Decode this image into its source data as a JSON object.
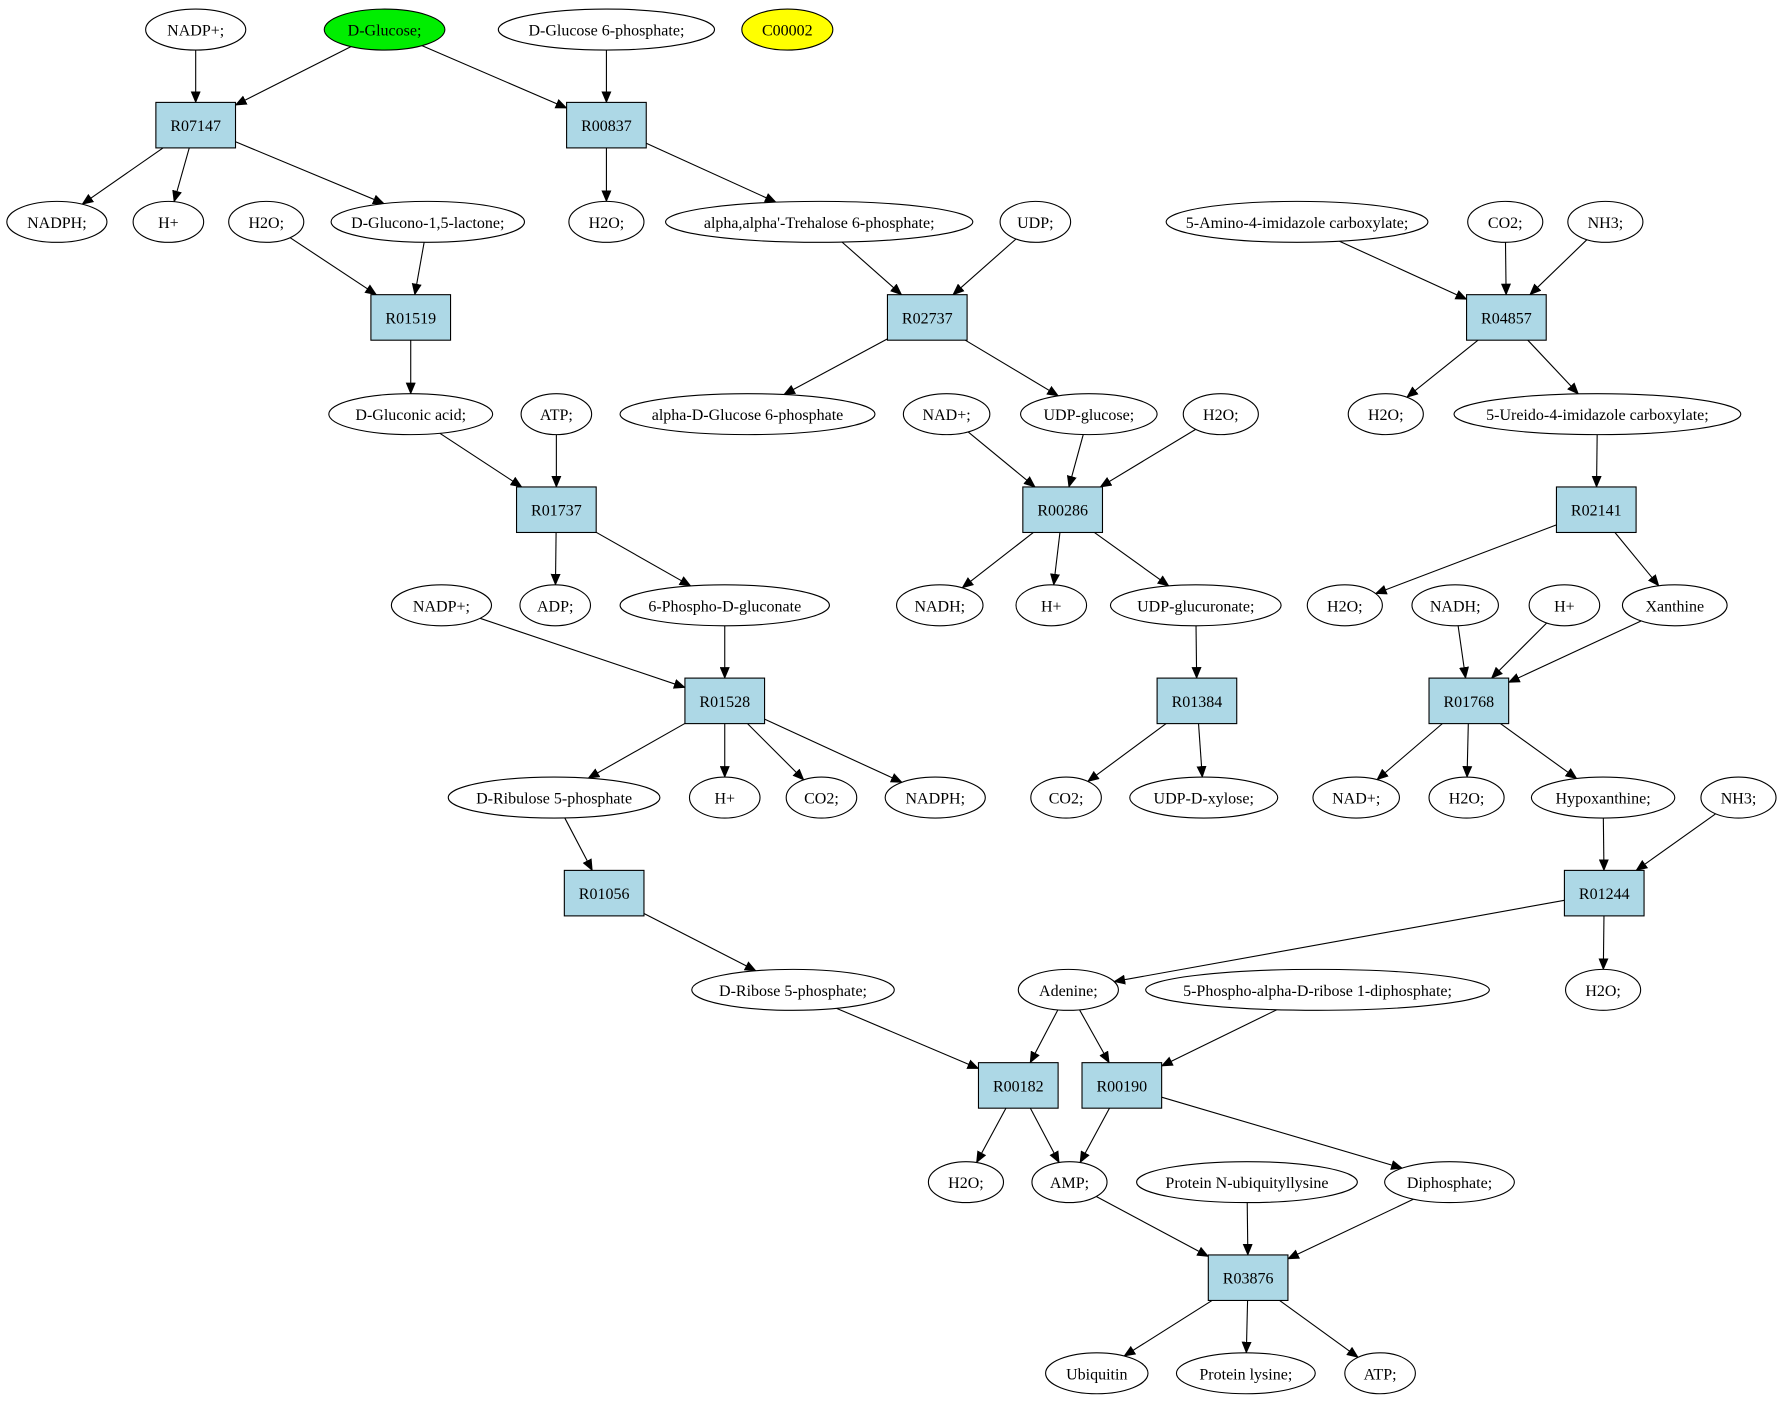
{
  "colors": {
    "compound_fill": "#ffffff",
    "reaction_fill": "#add8e6",
    "start_fill": "#00ee00",
    "target_fill": "#ffff00"
  },
  "compounds": [
    {
      "id": "nadp_top",
      "label": "NADP+;"
    },
    {
      "id": "dglucose",
      "label": "D-Glucose;",
      "fill": "#00ee00"
    },
    {
      "id": "g6p_top",
      "label": "D-Glucose 6-phosphate;"
    },
    {
      "id": "c00002",
      "label": "C00002",
      "fill": "#ffff00"
    },
    {
      "id": "nadph_1",
      "label": "NADPH;"
    },
    {
      "id": "hplus_1",
      "label": "H+"
    },
    {
      "id": "h2o_1",
      "label": "H2O;"
    },
    {
      "id": "gluconolactone",
      "label": "D-Glucono-1,5-lactone;"
    },
    {
      "id": "h2o_2",
      "label": "H2O;"
    },
    {
      "id": "trehalose6p",
      "label": "alpha,alpha'-Trehalose 6-phosphate;"
    },
    {
      "id": "udp",
      "label": "UDP;"
    },
    {
      "id": "aica",
      "label": "5-Amino-4-imidazole carboxylate;"
    },
    {
      "id": "co2_1",
      "label": "CO2;"
    },
    {
      "id": "nh3_1",
      "label": "NH3;"
    },
    {
      "id": "gluconic",
      "label": "D-Gluconic acid;"
    },
    {
      "id": "atp_1",
      "label": "ATP;"
    },
    {
      "id": "adg6p",
      "label": "alpha-D-Glucose 6-phosphate"
    },
    {
      "id": "nad_1",
      "label": "NAD+;"
    },
    {
      "id": "udpglc",
      "label": "UDP-glucose;"
    },
    {
      "id": "h2o_3",
      "label": "H2O;"
    },
    {
      "id": "h2o_4",
      "label": "H2O;"
    },
    {
      "id": "ureido",
      "label": "5-Ureido-4-imidazole carboxylate;"
    },
    {
      "id": "nadp_2",
      "label": "NADP+;"
    },
    {
      "id": "adp",
      "label": "ADP;"
    },
    {
      "id": "pgluconate",
      "label": "6-Phospho-D-gluconate"
    },
    {
      "id": "nadh_1",
      "label": "NADH;"
    },
    {
      "id": "hplus_2",
      "label": "H+"
    },
    {
      "id": "udpgluc",
      "label": "UDP-glucuronate;"
    },
    {
      "id": "h2o_5",
      "label": "H2O;"
    },
    {
      "id": "nadh_2",
      "label": "NADH;"
    },
    {
      "id": "hplus_3",
      "label": "H+"
    },
    {
      "id": "xanthine",
      "label": "Xanthine"
    },
    {
      "id": "ru5p",
      "label": "D-Ribulose 5-phosphate"
    },
    {
      "id": "hplus_4",
      "label": "H+"
    },
    {
      "id": "co2_2",
      "label": "CO2;"
    },
    {
      "id": "nadph_2",
      "label": "NADPH;"
    },
    {
      "id": "co2_3",
      "label": "CO2;"
    },
    {
      "id": "udpxyl",
      "label": "UDP-D-xylose;"
    },
    {
      "id": "nad_2",
      "label": "NAD+;"
    },
    {
      "id": "h2o_6",
      "label": "H2O;"
    },
    {
      "id": "hypox",
      "label": "Hypoxanthine;"
    },
    {
      "id": "nh3_2",
      "label": "NH3;"
    },
    {
      "id": "r5p",
      "label": "D-Ribose 5-phosphate;"
    },
    {
      "id": "adenine",
      "label": "Adenine;"
    },
    {
      "id": "prpp",
      "label": "5-Phospho-alpha-D-ribose 1-diphosphate;"
    },
    {
      "id": "h2o_7",
      "label": "H2O;"
    },
    {
      "id": "h2o_8",
      "label": "H2O;"
    },
    {
      "id": "amp",
      "label": "AMP;"
    },
    {
      "id": "pnubq",
      "label": "Protein N-ubiquityllysine"
    },
    {
      "id": "ppi",
      "label": "Diphosphate;"
    },
    {
      "id": "ubiquitin",
      "label": "Ubiquitin"
    },
    {
      "id": "plys",
      "label": "Protein lysine;"
    },
    {
      "id": "atp_2",
      "label": "ATP;"
    }
  ],
  "reactions": [
    {
      "id": "R07147",
      "label": "R07147"
    },
    {
      "id": "R00837",
      "label": "R00837"
    },
    {
      "id": "R01519",
      "label": "R01519"
    },
    {
      "id": "R02737",
      "label": "R02737"
    },
    {
      "id": "R04857",
      "label": "R04857"
    },
    {
      "id": "R01737",
      "label": "R01737"
    },
    {
      "id": "R00286",
      "label": "R00286"
    },
    {
      "id": "R02141",
      "label": "R02141"
    },
    {
      "id": "R01528",
      "label": "R01528"
    },
    {
      "id": "R01384",
      "label": "R01384"
    },
    {
      "id": "R01768",
      "label": "R01768"
    },
    {
      "id": "R01056",
      "label": "R01056"
    },
    {
      "id": "R01244",
      "label": "R01244"
    },
    {
      "id": "R00182",
      "label": "R00182"
    },
    {
      "id": "R00190",
      "label": "R00190"
    },
    {
      "id": "R03876",
      "label": "R03876"
    }
  ],
  "edges": [
    [
      "nadp_top",
      "R07147"
    ],
    [
      "dglucose",
      "R07147"
    ],
    [
      "R07147",
      "nadph_1"
    ],
    [
      "R07147",
      "hplus_1"
    ],
    [
      "R07147",
      "gluconolactone"
    ],
    [
      "dglucose",
      "R00837"
    ],
    [
      "g6p_top",
      "R00837"
    ],
    [
      "R00837",
      "h2o_2"
    ],
    [
      "R00837",
      "trehalose6p"
    ],
    [
      "h2o_1",
      "R01519"
    ],
    [
      "gluconolactone",
      "R01519"
    ],
    [
      "R01519",
      "gluconic"
    ],
    [
      "trehalose6p",
      "R02737"
    ],
    [
      "udp",
      "R02737"
    ],
    [
      "R02737",
      "adg6p"
    ],
    [
      "R02737",
      "udpglc"
    ],
    [
      "aica",
      "R04857"
    ],
    [
      "co2_1",
      "R04857"
    ],
    [
      "nh3_1",
      "R04857"
    ],
    [
      "R04857",
      "h2o_4"
    ],
    [
      "R04857",
      "ureido"
    ],
    [
      "gluconic",
      "R01737"
    ],
    [
      "atp_1",
      "R01737"
    ],
    [
      "R01737",
      "adp"
    ],
    [
      "R01737",
      "pgluconate"
    ],
    [
      "nad_1",
      "R00286"
    ],
    [
      "udpglc",
      "R00286"
    ],
    [
      "h2o_3",
      "R00286"
    ],
    [
      "R00286",
      "nadh_1"
    ],
    [
      "R00286",
      "hplus_2"
    ],
    [
      "R00286",
      "udpgluc"
    ],
    [
      "ureido",
      "R02141"
    ],
    [
      "R02141",
      "h2o_5"
    ],
    [
      "R02141",
      "xanthine"
    ],
    [
      "nadp_2",
      "R01528"
    ],
    [
      "pgluconate",
      "R01528"
    ],
    [
      "R01528",
      "ru5p"
    ],
    [
      "R01528",
      "hplus_4"
    ],
    [
      "R01528",
      "co2_2"
    ],
    [
      "R01528",
      "nadph_2"
    ],
    [
      "udpgluc",
      "R01384"
    ],
    [
      "R01384",
      "co2_3"
    ],
    [
      "R01384",
      "udpxyl"
    ],
    [
      "nadh_2",
      "R01768"
    ],
    [
      "hplus_3",
      "R01768"
    ],
    [
      "xanthine",
      "R01768"
    ],
    [
      "R01768",
      "nad_2"
    ],
    [
      "R01768",
      "h2o_6"
    ],
    [
      "R01768",
      "hypox"
    ],
    [
      "ru5p",
      "R01056"
    ],
    [
      "R01056",
      "r5p"
    ],
    [
      "hypox",
      "R01244"
    ],
    [
      "nh3_2",
      "R01244"
    ],
    [
      "R01244",
      "adenine"
    ],
    [
      "R01244",
      "h2o_7"
    ],
    [
      "r5p",
      "R00182"
    ],
    [
      "adenine",
      "R00182"
    ],
    [
      "R00182",
      "h2o_8"
    ],
    [
      "R00182",
      "amp"
    ],
    [
      "adenine",
      "R00190"
    ],
    [
      "prpp",
      "R00190"
    ],
    [
      "R00190",
      "amp"
    ],
    [
      "R00190",
      "ppi"
    ],
    [
      "amp",
      "R03876"
    ],
    [
      "pnubq",
      "R03876"
    ],
    [
      "ppi",
      "R03876"
    ],
    [
      "R03876",
      "ubiquitin"
    ],
    [
      "R03876",
      "plys"
    ],
    [
      "R03876",
      "atp_2"
    ]
  ]
}
